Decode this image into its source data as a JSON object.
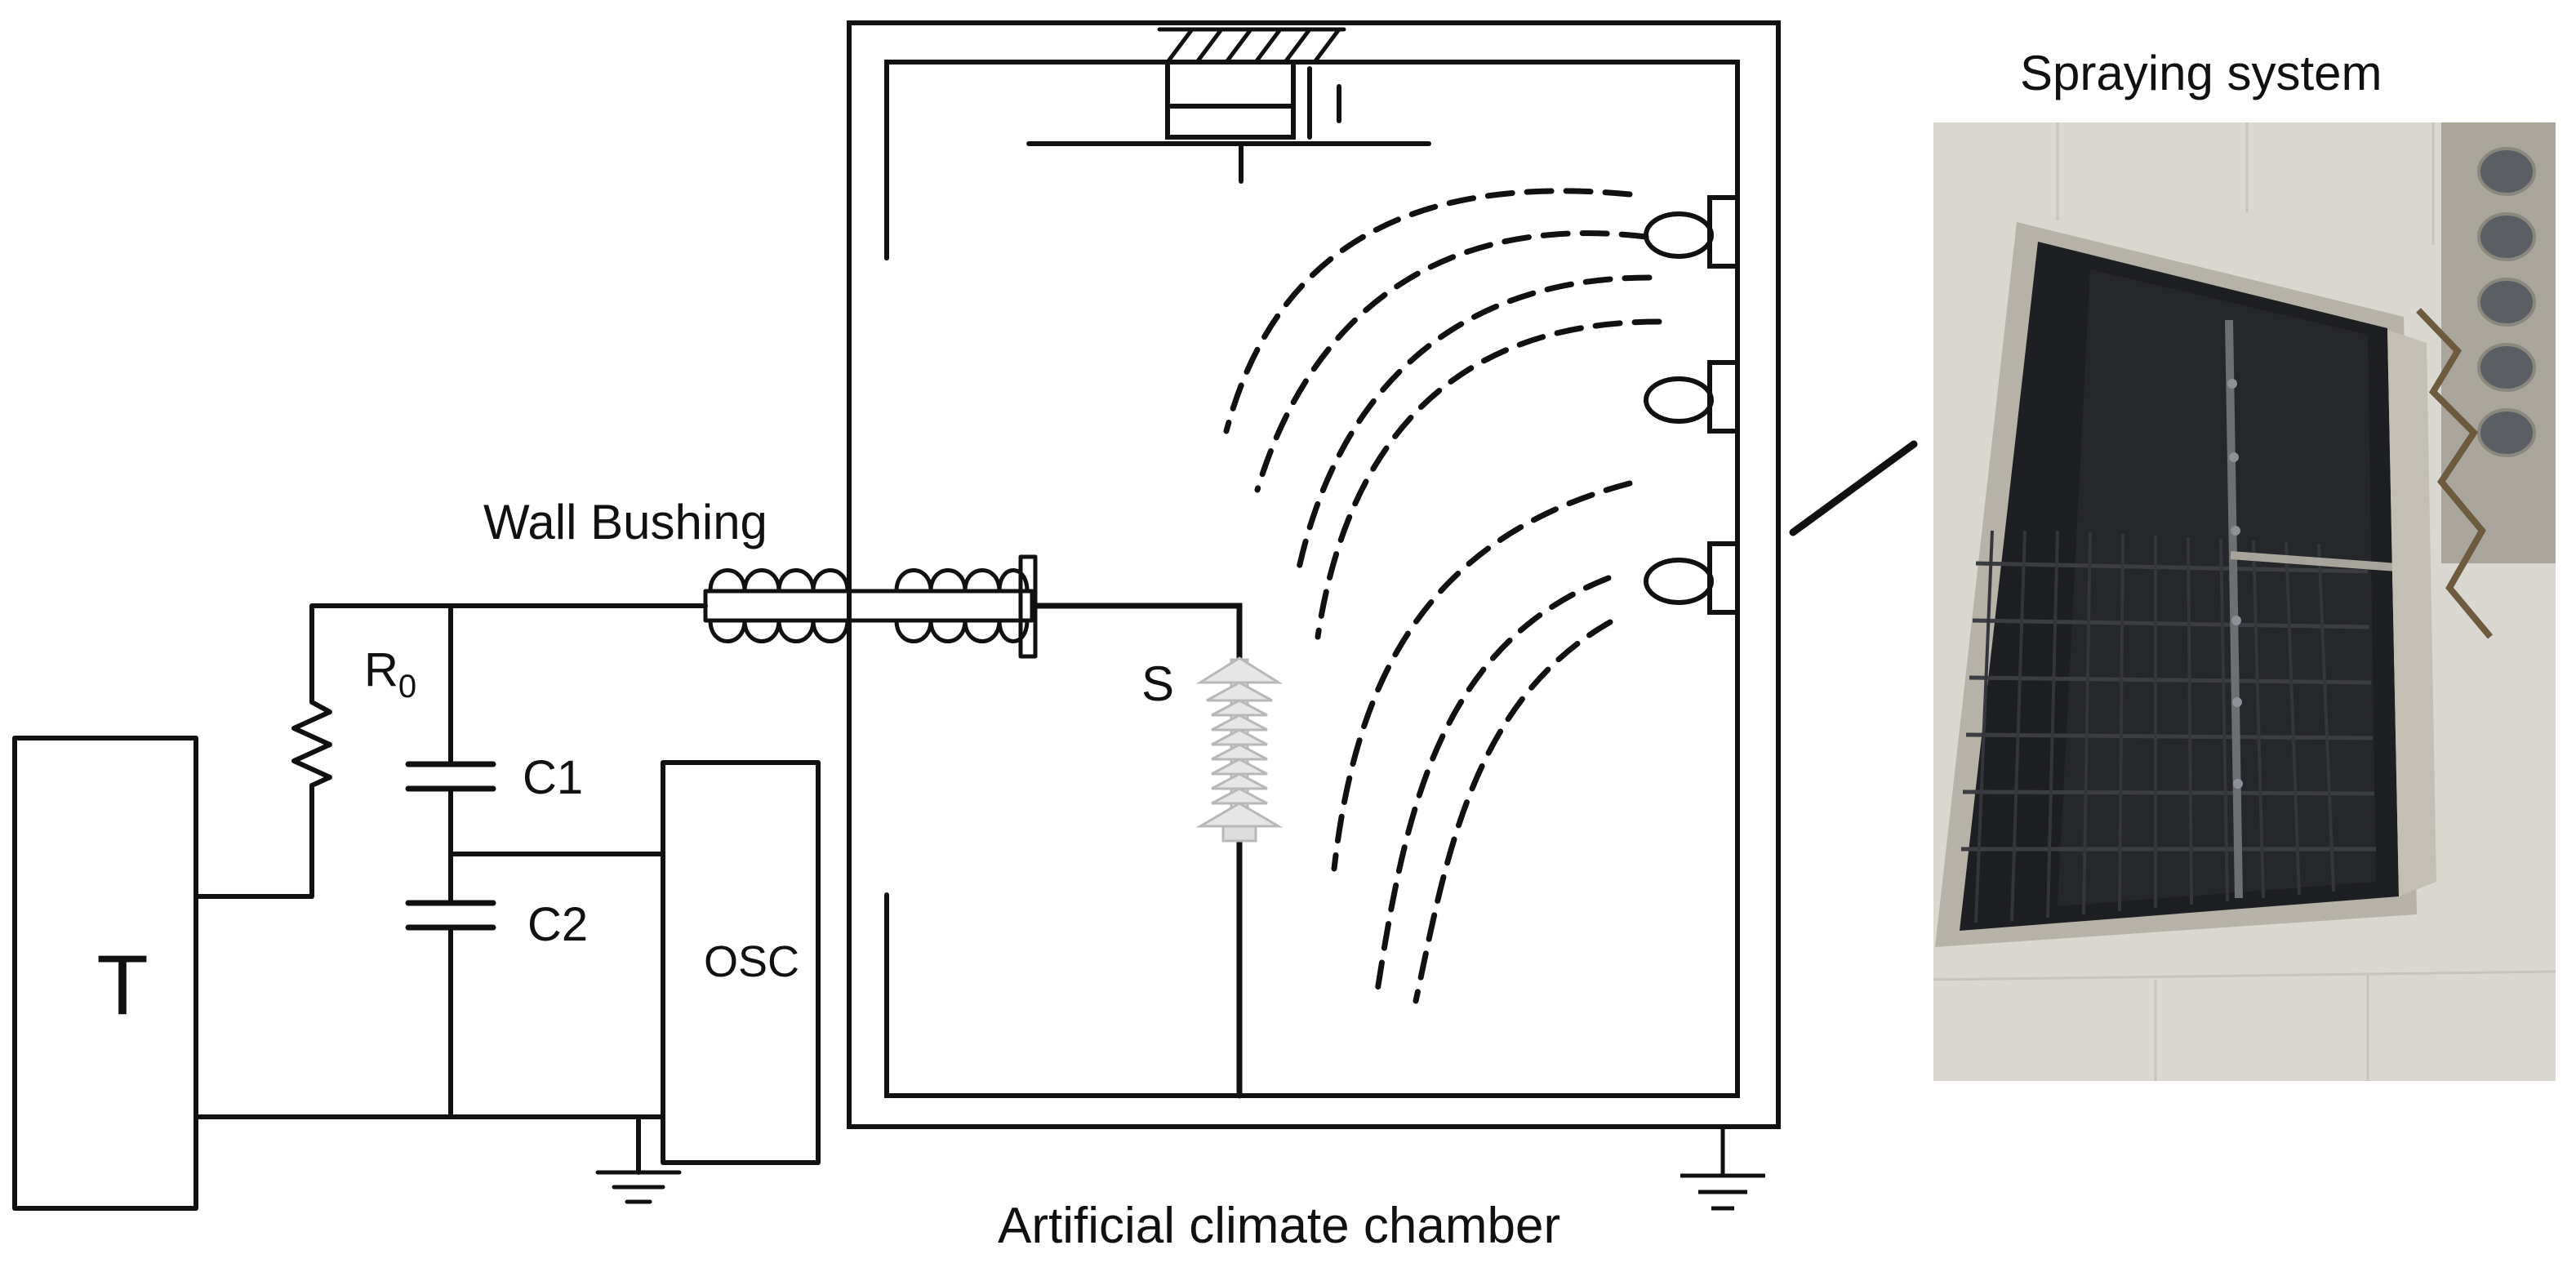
{
  "labels": {
    "transformer": "T",
    "resistor": "R",
    "resistor_subscript": "0",
    "capacitor_1": "C1",
    "capacitor_2": "C2",
    "oscilloscope": "OSC",
    "wall_bushing": "Wall Bushing",
    "sample": "S",
    "chamber": "Artificial climate chamber",
    "spraying_system": "Spraying system"
  },
  "colors": {
    "line": "#111111",
    "photo_wall": "#d9d7d0",
    "photo_frame": "#b6b2a8",
    "photo_interior": "#1e1f22",
    "photo_grid": "#3b3d42",
    "insulator": "#c8c8c8"
  },
  "icons": {
    "ground": "ground-icon",
    "resistor": "resistor-icon",
    "capacitor": "capacitor-icon",
    "insulator": "insulator-icon",
    "nozzle": "spray-nozzle-icon",
    "hatching": "ceiling-hatch-icon"
  }
}
